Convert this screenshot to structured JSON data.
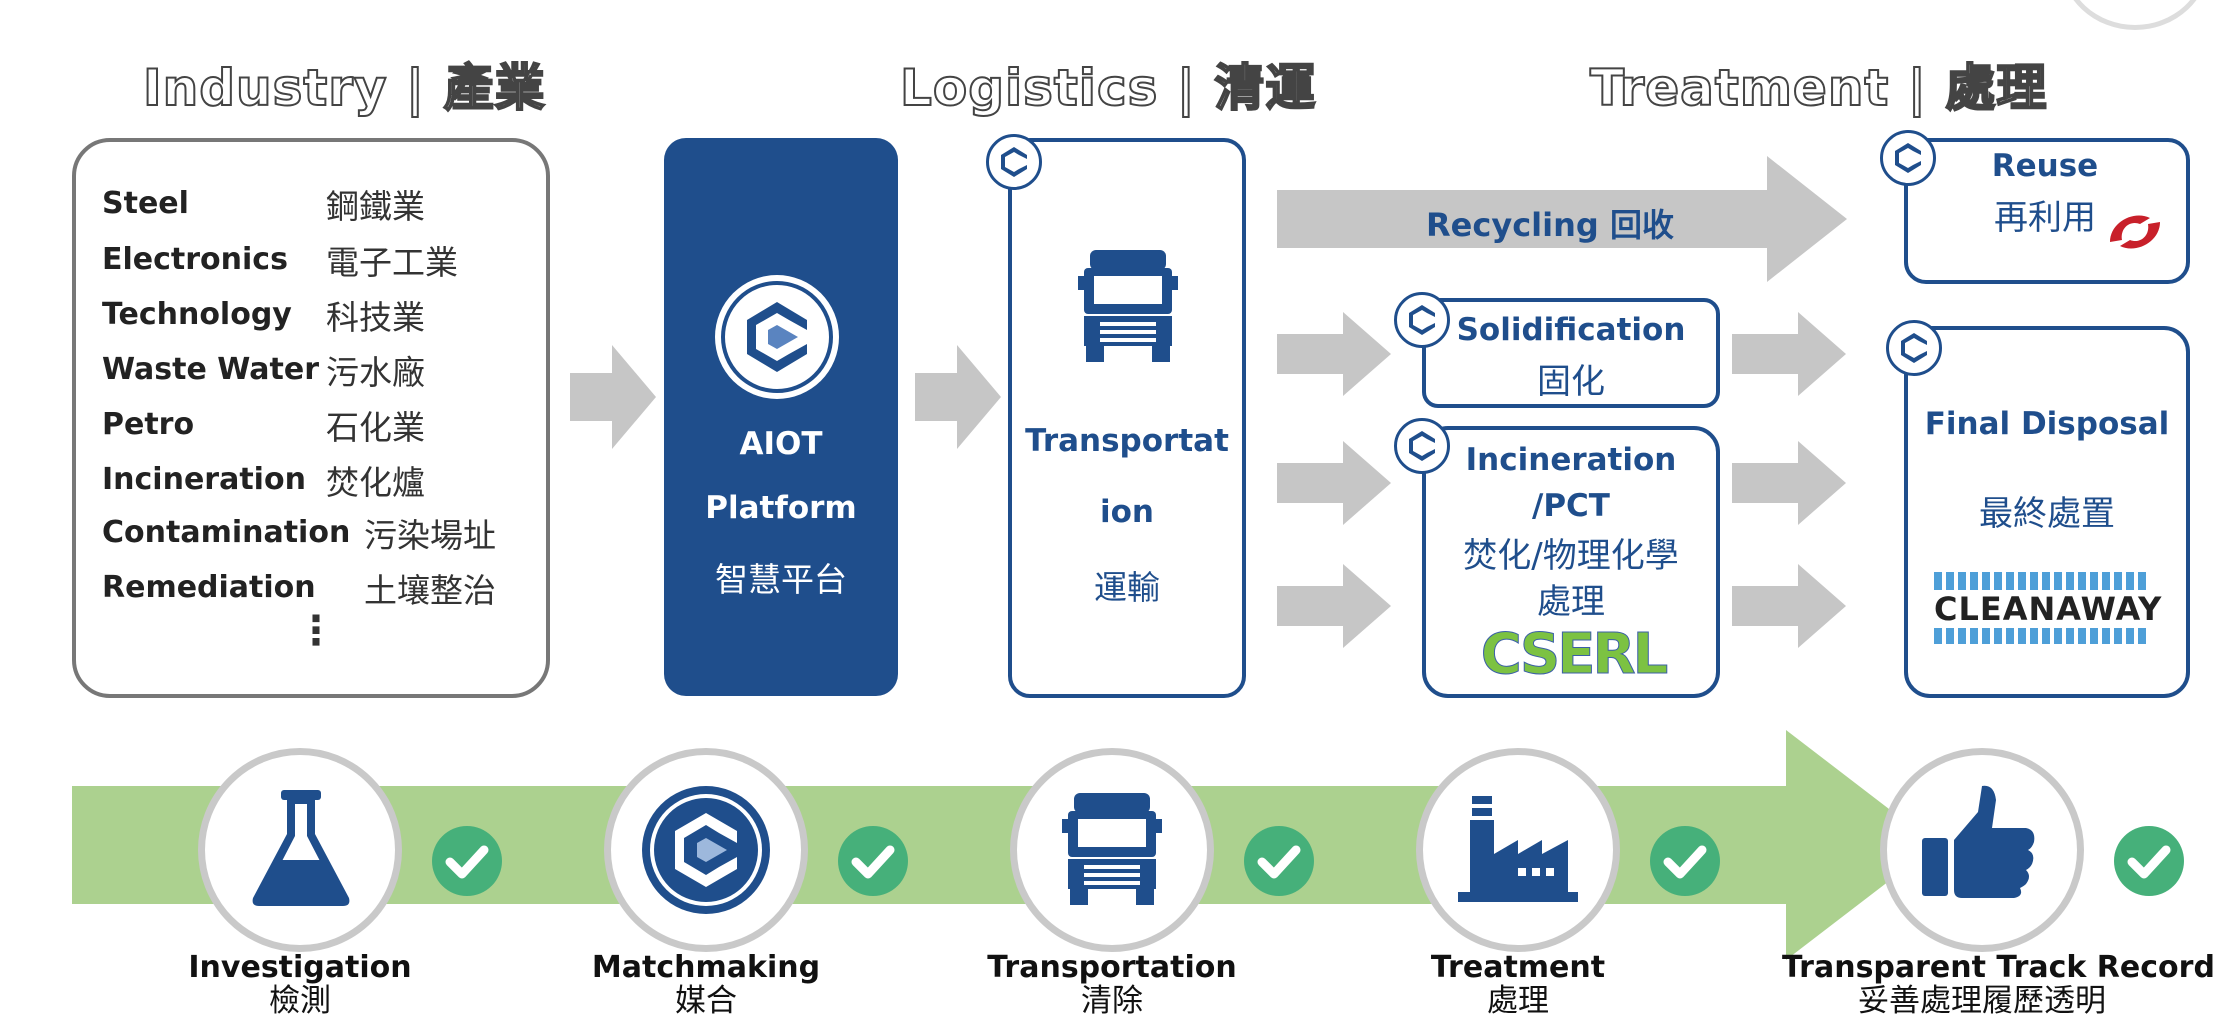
{
  "headers": {
    "industry": "Industry | 產業",
    "logistics": "Logistics | 清運",
    "treatment": "Treatment | 處理"
  },
  "industry_list": [
    {
      "en": "Steel",
      "zh": "鋼鐵業"
    },
    {
      "en": "Electronics",
      "zh": "電子工業"
    },
    {
      "en": "Technology",
      "zh": "科技業"
    },
    {
      "en": "Waste Water",
      "zh": "污水廠"
    },
    {
      "en": "Petro",
      "zh": "石化業"
    },
    {
      "en": "Incineration",
      "zh": "焚化爐"
    },
    {
      "en": "Contamination",
      "zh": "污染場址"
    },
    {
      "en": "Remediation",
      "zh": "土壤整治"
    }
  ],
  "industry_more": "⋮",
  "platform": {
    "line1": "AIOT",
    "line2": "Platform",
    "zh": "智慧平台"
  },
  "transport_box": {
    "line1": "Transportat",
    "line2": "ion",
    "zh": "運輸"
  },
  "recycling": "Recycling 回收",
  "reuse": {
    "en": "Reuse",
    "zh": "再利用"
  },
  "solidification": {
    "en": "Solidification",
    "zh": "固化"
  },
  "incineration": {
    "en1": "Incineration",
    "en2": "/PCT",
    "zh1": "焚化/物理化學",
    "zh2": "處理",
    "logo": "CSERL"
  },
  "final_disposal": {
    "en": "Final Disposal",
    "zh": "最終處置",
    "logo": "CLEANAWAY"
  },
  "steps": [
    {
      "en": "Investigation",
      "zh": "檢測",
      "icon": "flask-icon"
    },
    {
      "en": "Matchmaking",
      "zh": "媒合",
      "icon": "platform-logo-icon"
    },
    {
      "en": "Transportation",
      "zh": "清除",
      "icon": "truck-icon"
    },
    {
      "en": "Treatment",
      "zh": "處理",
      "icon": "factory-icon"
    },
    {
      "en": "Transparent Track Record",
      "zh": "妥善處理履歷透明",
      "icon": "thumbs-up-icon"
    }
  ],
  "colors": {
    "navy": "#1f4e8c",
    "green_band": "#acd18f",
    "check_green": "#46b07a",
    "gray_arrow": "#c6c6c6"
  }
}
